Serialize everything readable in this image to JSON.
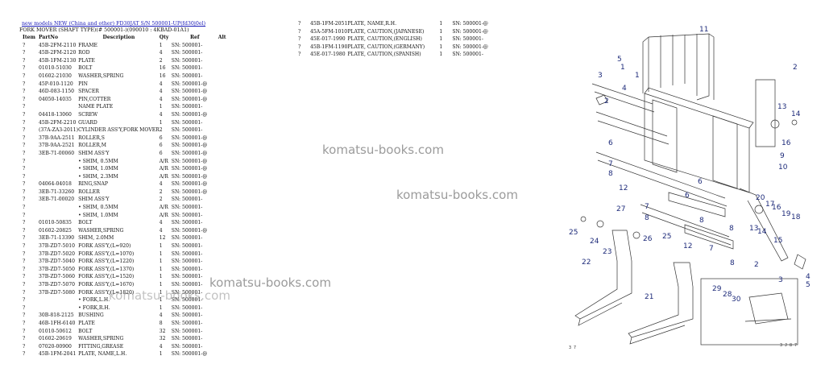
{
  "breadcrumb": {
    "link_text": "new models NEW (China and other) FD30JAT S/N 500001-UP(fd30j0el)"
  },
  "subtitle": "FORK MOVER (SHAFT TYPE)(# 500001-)(090010 : 4KBAD-01A1)",
  "columns": {
    "item": "Item",
    "part_no": "PartNo",
    "description": "Description",
    "qty": "Qty",
    "ref": "Ref",
    "alt": "Alt"
  },
  "left_rows": [
    {
      "item": "?",
      "part_no": "45B-2FM-2110",
      "description": "FRAME",
      "qty": "1",
      "ref": "SN: 500001-"
    },
    {
      "item": "?",
      "part_no": "45B-2FM-2120",
      "description": "ROD",
      "qty": "4",
      "ref": "SN: 500001-"
    },
    {
      "item": "?",
      "part_no": "45B-1FM-2130",
      "description": "PLATE",
      "qty": "2",
      "ref": "SN: 500001-"
    },
    {
      "item": "?",
      "part_no": "01010-51030",
      "description": "BOLT",
      "qty": "16",
      "ref": "SN: 500001-"
    },
    {
      "item": "?",
      "part_no": "01602-21030",
      "description": "WASHER,SPRING",
      "qty": "16",
      "ref": "SN: 500001-"
    },
    {
      "item": "?",
      "part_no": "45P-010-1120",
      "description": "PIN",
      "qty": "4",
      "ref": "SN: 500001-@"
    },
    {
      "item": "?",
      "part_no": "46D-083-1150",
      "description": "SPACER",
      "qty": "4",
      "ref": "SN: 500001-@"
    },
    {
      "item": "?",
      "part_no": "04050-14035",
      "description": "PIN,COTTER",
      "qty": "4",
      "ref": "SN: 500001-@"
    },
    {
      "item": "?",
      "part_no": "",
      "description": "NAME PLATE",
      "qty": "1",
      "ref": "SN: 500001-"
    },
    {
      "item": "?",
      "part_no": "04418-13060",
      "description": "SCREW",
      "qty": "4",
      "ref": "SN: 500001-@"
    },
    {
      "item": "?",
      "part_no": "45B-2FM-2210",
      "description": "GUARD",
      "qty": "1",
      "ref": "SN: 500001-"
    },
    {
      "item": "?",
      "part_no": "(37A-ZA3-2011)",
      "description": "CYLINDER ASS'Y,FORK MOVER",
      "qty": "2",
      "ref": "SN: 500001-"
    },
    {
      "item": "?",
      "part_no": "37B-9AA-2511",
      "description": "ROLLER,S",
      "qty": "6",
      "ref": "SN: 500001-@"
    },
    {
      "item": "?",
      "part_no": "37B-9AA-2521",
      "description": "ROLLER,M",
      "qty": "6",
      "ref": "SN: 500001-@"
    },
    {
      "item": "?",
      "part_no": "3EB-71-00060",
      "description": "SHIM ASS'Y",
      "qty": "6",
      "ref": "SN: 500001-@"
    },
    {
      "item": "?",
      "part_no": "",
      "description": "• SHIM, 0.5MM",
      "qty": "A/R",
      "ref": "SN: 500001-@"
    },
    {
      "item": "?",
      "part_no": "",
      "description": "• SHIM, 1.0MM",
      "qty": "A/R",
      "ref": "SN: 500001-@"
    },
    {
      "item": "?",
      "part_no": "",
      "description": "• SHIM, 2.3MM",
      "qty": "A/R",
      "ref": "SN: 500001-@"
    },
    {
      "item": "?",
      "part_no": "04064-04018",
      "description": "RING,SNAP",
      "qty": "4",
      "ref": "SN: 500001-@"
    },
    {
      "item": "?",
      "part_no": "3EB-71-33260",
      "description": "ROLLER",
      "qty": "2",
      "ref": "SN: 500001-@"
    },
    {
      "item": "?",
      "part_no": "3EB-71-00020",
      "description": "SHIM ASS'Y",
      "qty": "2",
      "ref": "SN: 500001-"
    },
    {
      "item": "?",
      "part_no": "",
      "description": "• SHIM, 0.5MM",
      "qty": "A/R",
      "ref": "SN: 500001-"
    },
    {
      "item": "?",
      "part_no": "",
      "description": "• SHIM, 1.0MM",
      "qty": "A/R",
      "ref": "SN: 500001-"
    },
    {
      "item": "?",
      "part_no": "01010-50835",
      "description": "BOLT",
      "qty": "4",
      "ref": "SN: 500001-"
    },
    {
      "item": "?",
      "part_no": "01602-20825",
      "description": "WASHER,SPRING",
      "qty": "4",
      "ref": "SN: 500001-@"
    },
    {
      "item": "?",
      "part_no": "3EB-71-13390",
      "description": "SHIM, 2.0MM",
      "qty": "12",
      "ref": "SN: 500001-"
    },
    {
      "item": "?",
      "part_no": "37B-ZD7-5010",
      "description": "FORK ASS'Y,(L=920)",
      "qty": "1",
      "ref": "SN: 500001-"
    },
    {
      "item": "?",
      "part_no": "37B-ZD7-5020",
      "description": "FORK ASS'Y,(L=1070)",
      "qty": "1",
      "ref": "SN: 500001-"
    },
    {
      "item": "?",
      "part_no": "37B-ZD7-5040",
      "description": "FORK ASS'Y,(L=1220)",
      "qty": "1",
      "ref": "SN: 500001-"
    },
    {
      "item": "?",
      "part_no": "37B-ZD7-5050",
      "description": "FORK ASS'Y,(L=1370)",
      "qty": "1",
      "ref": "SN: 500001-"
    },
    {
      "item": "?",
      "part_no": "37B-ZD7-5060",
      "description": "FORK ASS'Y,(L=1520)",
      "qty": "1",
      "ref": "SN: 500001-"
    },
    {
      "item": "?",
      "part_no": "37B-ZD7-5070",
      "description": "FORK ASS'Y,(L=1670)",
      "qty": "1",
      "ref": "SN: 500001-"
    },
    {
      "item": "?",
      "part_no": "37B-ZD7-5080",
      "description": "FORK ASS'Y,(L=1820)",
      "qty": "1",
      "ref": "SN: 500001-"
    },
    {
      "item": "?",
      "part_no": "",
      "description": "• FORK,L.H.",
      "qty": "1",
      "ref": "SN: 500001-"
    },
    {
      "item": "?",
      "part_no": "",
      "description": "• FORK,R.H.",
      "qty": "1",
      "ref": "SN: 500001-"
    },
    {
      "item": "?",
      "part_no": "30B-818-2125",
      "description": "BUSHING",
      "qty": "4",
      "ref": "SN: 500001-"
    },
    {
      "item": "?",
      "part_no": "46B-1FH-6140",
      "description": "PLATE",
      "qty": "8",
      "ref": "SN: 500001-"
    },
    {
      "item": "?",
      "part_no": "01010-50612",
      "description": "BOLT",
      "qty": "32",
      "ref": "SN: 500001-"
    },
    {
      "item": "?",
      "part_no": "01602-20619",
      "description": "WASHER,SPRING",
      "qty": "32",
      "ref": "SN: 500001-"
    },
    {
      "item": "?",
      "part_no": "07020-00900",
      "description": "FITTING,GREASE",
      "qty": "4",
      "ref": "SN: 500001-"
    },
    {
      "item": "?",
      "part_no": "45B-1FM-2041",
      "description": "PLATE, NAME,L.H.",
      "qty": "1",
      "ref": "SN: 500001-@"
    }
  ],
  "right_rows": [
    {
      "item": "?",
      "part_no": "45B-1FM-2051",
      "description": "PLATE, NAME,R.H.",
      "qty": "1",
      "ref": "SN: 500001-@"
    },
    {
      "item": "?",
      "part_no": "45A-5FM-1010",
      "description": "PLATE, CAUTION,(JAPANESE)",
      "qty": "1",
      "ref": "SN: 500001-@"
    },
    {
      "item": "?",
      "part_no": "45E-017-1990",
      "description": "PLATE, CAUTION,(ENGLISH)",
      "qty": "1",
      "ref": "SN: 500001-"
    },
    {
      "item": "?",
      "part_no": "45B-1FM-1190",
      "description": "PLATE, CAUTION,(GERMANY)",
      "qty": "1",
      "ref": "SN: 500001-@"
    },
    {
      "item": "?",
      "part_no": "45E-017-1980",
      "description": "PLATE, CAUTION,(SPANISH)",
      "qty": "1",
      "ref": "SN: 500001-"
    }
  ],
  "watermarks": [
    "komatsu-books.com",
    "komatsu-books.com",
    "komatsu-books.com",
    "komatsu-books.com"
  ],
  "diagram": {
    "callouts": [
      "11",
      "2",
      "5",
      "1",
      "3",
      "4",
      "13",
      "14",
      "1",
      "2",
      "6",
      "16",
      "9",
      "7",
      "8",
      "12",
      "10",
      "6",
      "20",
      "16",
      "18",
      "17",
      "19",
      "7",
      "8",
      "6",
      "27",
      "13",
      "14",
      "15",
      "25",
      "24",
      "26",
      "25",
      "8",
      "23",
      "12",
      "7",
      "22",
      "8",
      "21",
      "29",
      "28",
      "30",
      "2",
      "3",
      "5",
      "4",
      "8"
    ],
    "corner_left": "3 7",
    "corner_right": "3 J 8 7"
  }
}
